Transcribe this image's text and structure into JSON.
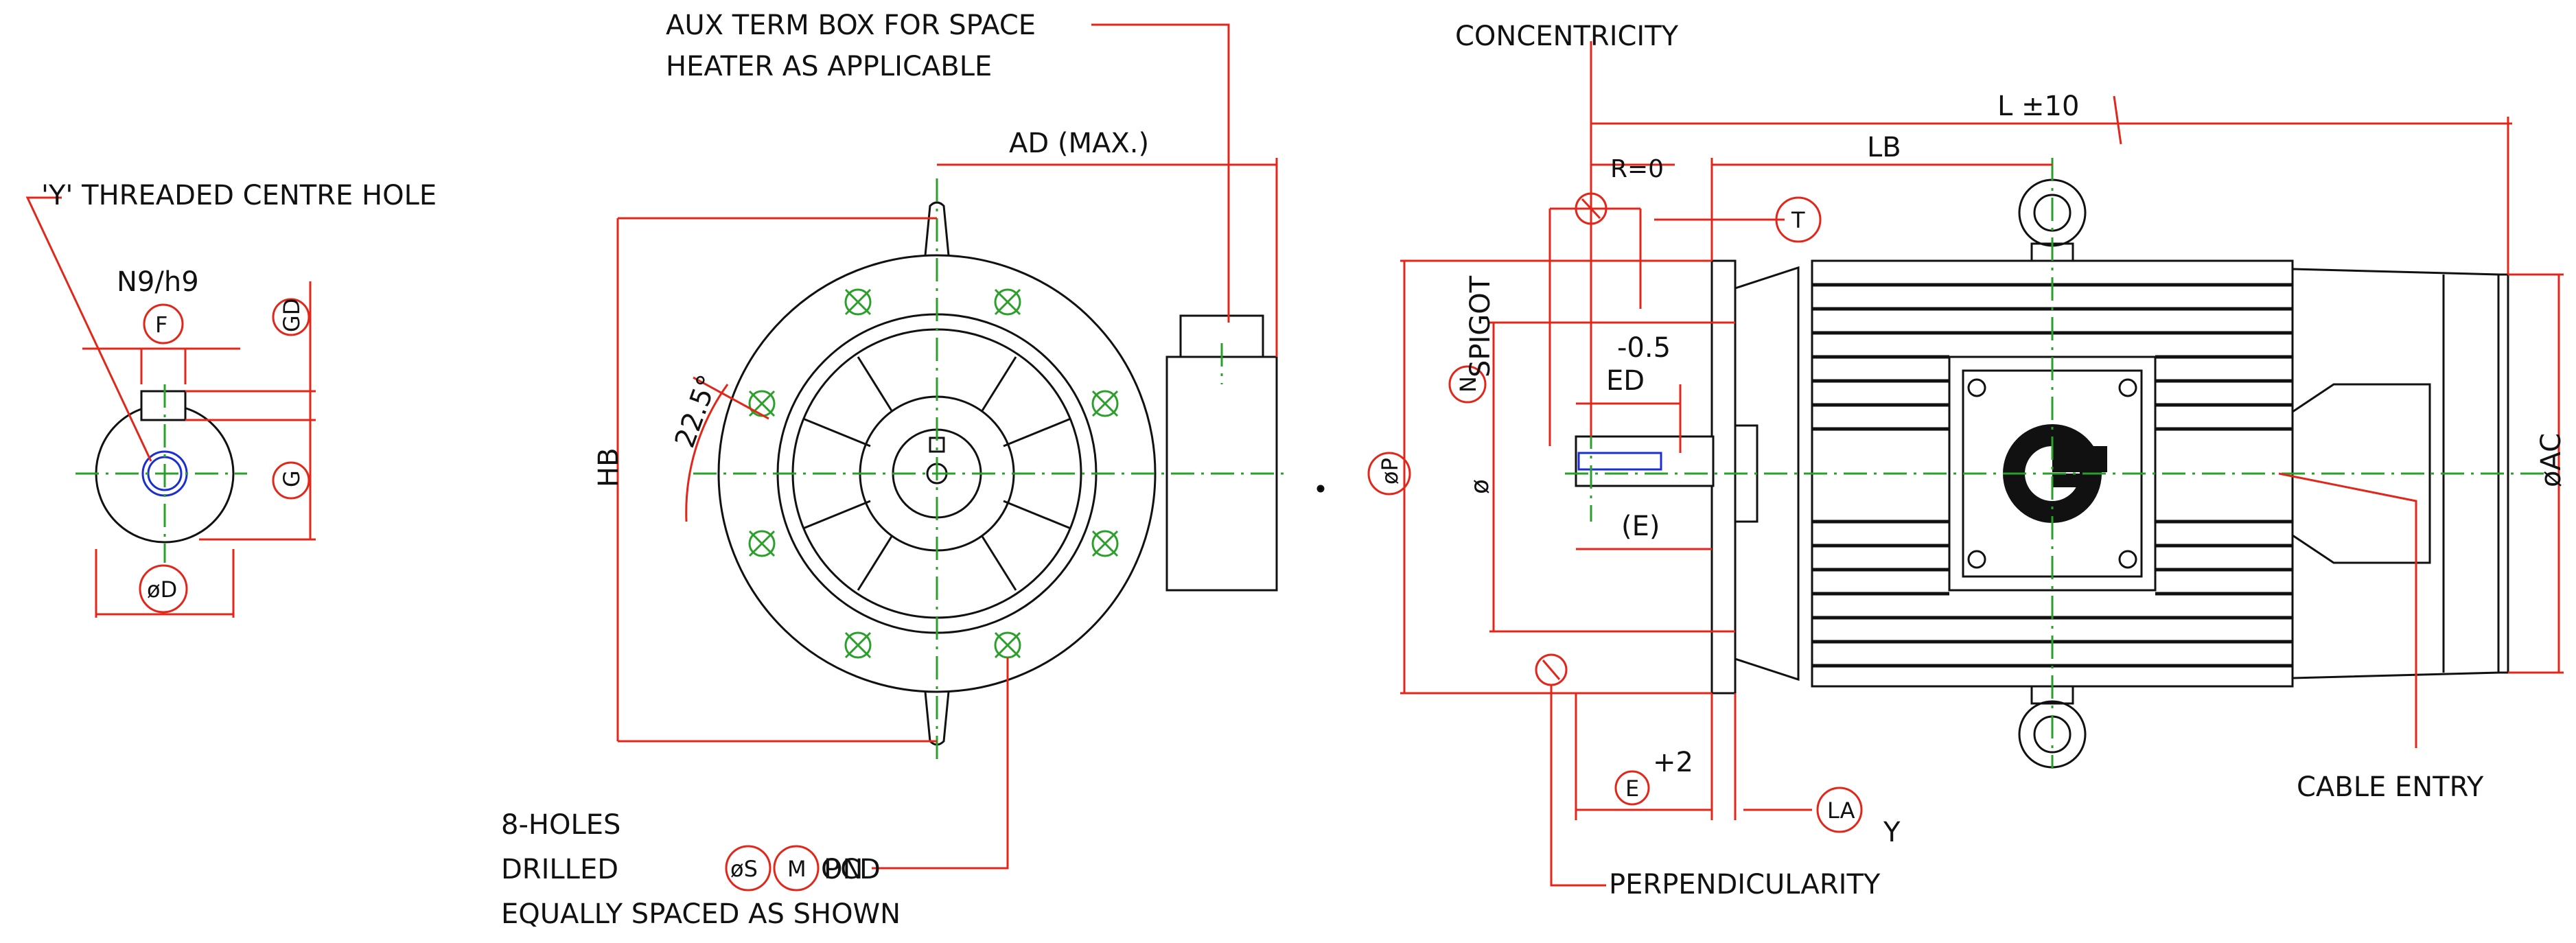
{
  "labels": {
    "threaded_hole": "'Y' THREADED CENTRE HOLE",
    "key_tol": "N9/h9",
    "F": "F",
    "GD": "GD",
    "G": "G",
    "D": "øD",
    "aux_line1": "AUX TERM BOX FOR SPACE",
    "aux_line2": "HEATER AS APPLICABLE",
    "AD": "AD (MAX.)",
    "HB": "HB",
    "angle": "22.5°",
    "holes_line1": "8-HOLES",
    "drilled": "DRILLED",
    "S": "øS",
    "on": "ON",
    "M": "M",
    "pcd": "PCD",
    "holes_line3": "EQUALLY SPACED AS SHOWN",
    "concentricity": "CONCENTRICITY",
    "L": "L ±10",
    "R": "R=0",
    "LB": "LB",
    "T": "T",
    "ED_tol": "-0.5",
    "ED": "ED",
    "P": "øP",
    "N_prefix": "ø",
    "N": "N",
    "spigot": "SPIGOT",
    "E_paren": "(E)",
    "E": "E",
    "E_tol": "+2",
    "LA": "LA",
    "Y": "Y",
    "perpendicularity": "PERPENDICULARITY",
    "AC": "øAC",
    "cable_entry": "CABLE ENTRY"
  },
  "colors": {
    "outline": "#111111",
    "dimension": "#e3261a",
    "centreline": "#2aa02a",
    "thread": "#1b2fd0"
  }
}
